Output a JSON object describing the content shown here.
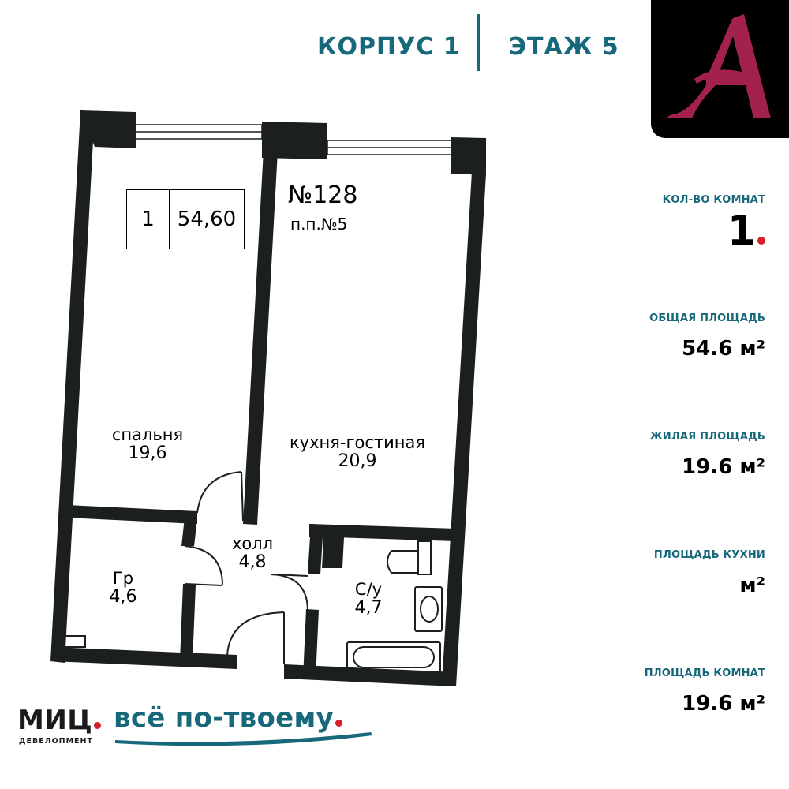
{
  "header": {
    "building": "КОРПУС 1",
    "floor": "ЭТАЖ 5"
  },
  "stats": {
    "rooms_label": "КОЛ-ВО КОМНАТ",
    "rooms_value": "1",
    "total_area_label": "ОБЩАЯ ПЛОЩАДЬ",
    "total_area_value": "54.6 м²",
    "living_area_label": "ЖИЛАЯ ПЛОЩАДЬ",
    "living_area_value": "19.6 м²",
    "kitchen_area_label": "ПЛОЩАДЬ КУХНИ",
    "kitchen_area_value": "м²",
    "rooms_area_label": "ПЛОЩАДЬ КОМНАТ",
    "rooms_area_value": "19.6 м²"
  },
  "plan": {
    "badge_rooms": "1",
    "badge_area": "54,60",
    "apartment_number": "№128",
    "apartment_pp": "п.п.№5",
    "rooms": [
      {
        "name": "спальня",
        "area": "19,6"
      },
      {
        "name": "кухня-гостиная",
        "area": "20,9"
      },
      {
        "name": "холл",
        "area": "4,8"
      },
      {
        "name": "Гр",
        "area": "4,6"
      },
      {
        "name": "С/у",
        "area": "4,7"
      }
    ]
  },
  "footer": {
    "brand": "МИЦ",
    "brand_sub": "ДЕВЕЛОПМЕНТ",
    "slogan": "всё по-твоему"
  },
  "colors": {
    "accent": "#16687a",
    "logo_mark": "#a3214f",
    "red_dot": "#d6202a",
    "wall": "#1c1f1f"
  }
}
